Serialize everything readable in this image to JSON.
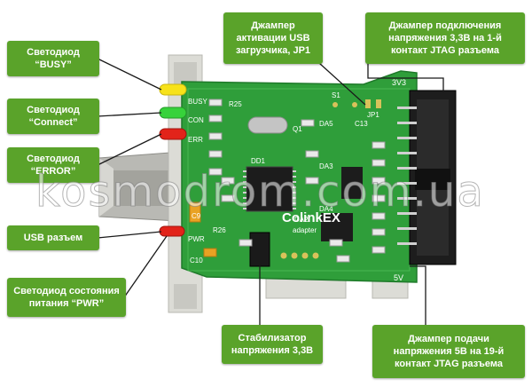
{
  "callouts": {
    "busy": "Светодиод\n“BUSY”",
    "connect": "Светодиод\n“Connect”",
    "error": "Светодиод\n“ERROR”",
    "usb": "USB разъем",
    "pwr": "Светодиод состояния\nпитания “PWR”",
    "jp1": "Джампер\nактивации USB\nзагрузчика, JP1",
    "jtag33": "Джампер подключения\nнапряжения 3,3В на 1-й\nконтакт JTAG разъема",
    "stab": "Стабилизатор\nнапряжения 3,3В",
    "jtag5": "Джампер подачи\nнапряжения 5В на 19-й\nконтакт JTAG разъема"
  },
  "pcb": {
    "busy": "BUSY",
    "con": "CON",
    "err": "ERR",
    "pwr": "PWR",
    "brand": "ColinkEX",
    "sub": "adapter",
    "v33": "3V3",
    "v5": "5V",
    "jp1": "JP1",
    "s1": "S1",
    "c9": "C9",
    "c10": "C10",
    "q1": "Q1",
    "dd1": "DD1",
    "da2": "DA2",
    "da3": "DA3",
    "da4": "DA4",
    "da5": "DA5",
    "c13": "C13",
    "r26": "R26",
    "r25": "R25"
  },
  "watermark": "kosmodrom.com.ua",
  "colors": {
    "callout": "#5aa32a",
    "pcb": "#2f9e3a",
    "led_yellow": "#f7e21a",
    "led_green": "#37d23b",
    "led_red": "#e2231a"
  }
}
